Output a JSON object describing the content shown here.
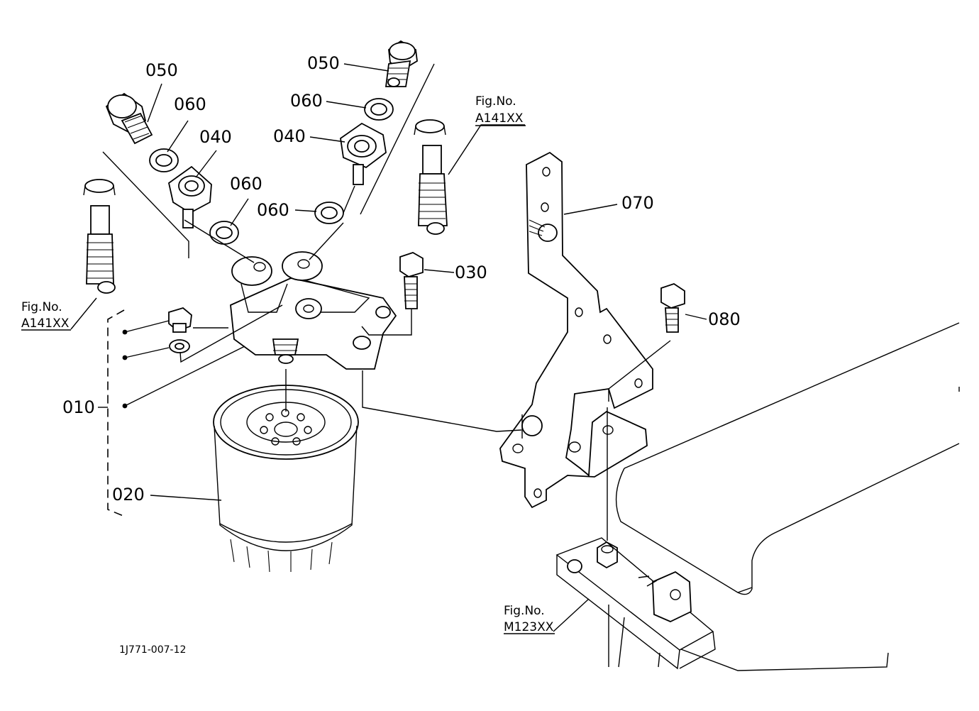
{
  "diagram": {
    "callouts": [
      {
        "id": "c050a",
        "text": "050"
      },
      {
        "id": "c060a",
        "text": "060"
      },
      {
        "id": "c040a",
        "text": "040"
      },
      {
        "id": "c060b",
        "text": "060"
      },
      {
        "id": "c050b",
        "text": "050"
      },
      {
        "id": "c060c",
        "text": "060"
      },
      {
        "id": "c040b",
        "text": "040"
      },
      {
        "id": "c060d",
        "text": "060"
      },
      {
        "id": "c070",
        "text": "070"
      },
      {
        "id": "c030",
        "text": "030"
      },
      {
        "id": "c080",
        "text": "080"
      },
      {
        "id": "c010",
        "text": "010"
      },
      {
        "id": "c020",
        "text": "020"
      }
    ],
    "fig_refs": [
      {
        "id": "f1",
        "label": "Fig.No.",
        "code": "A141XX"
      },
      {
        "id": "f2",
        "label": "Fig.No.",
        "code": "A141XX"
      },
      {
        "id": "f3",
        "label": "Fig.No.",
        "code": "M123XX"
      }
    ],
    "drawing_number": "1J771-007-12"
  }
}
